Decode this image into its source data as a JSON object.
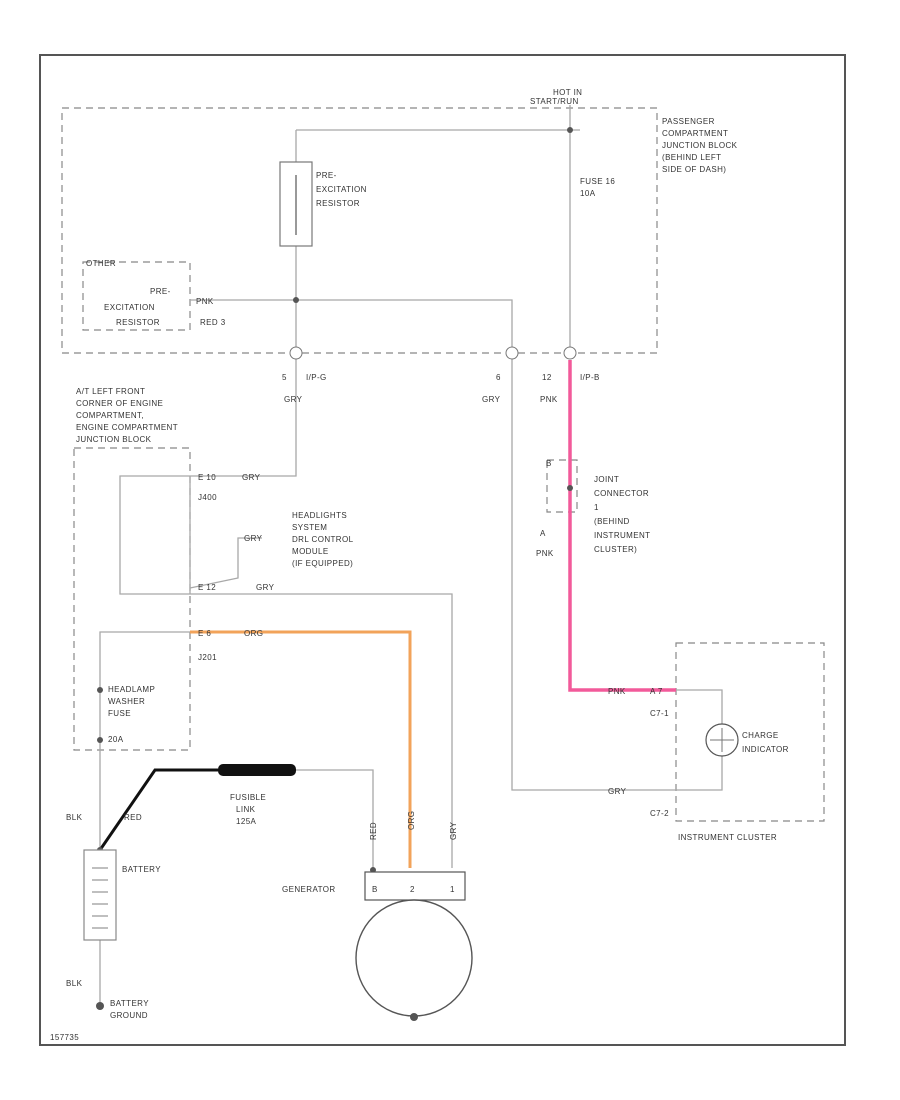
{
  "diagram_id": "157735",
  "labels": {
    "hot_in_start": [
      "HOT IN",
      "START/RUN"
    ],
    "passenger_jb": [
      "PASSENGER",
      "COMPARTMENT",
      "JUNCTION BLOCK",
      "(BEHIND LEFT",
      "SIDE OF DASH)"
    ],
    "pre_excitation_resistor": [
      "PRE-",
      "EXCITATION",
      "RESISTOR"
    ],
    "fuse_16": [
      "FUSE 16",
      "10A"
    ],
    "other_label": "OTHER",
    "pre_excitation_resistor_2": [
      "PRE-",
      "EXCITATION",
      "RESISTOR"
    ],
    "red_3": "RED 3",
    "wire_ptr": "PNK",
    "conn_left_pin": "5",
    "conn_left_id": "I/P-G",
    "conn_left_wire": "GRY",
    "conn_mid_pin": "6",
    "conn_mid_wire": "GRY",
    "conn_right_pin": "12",
    "conn_right_id": "I/P-B",
    "conn_right_wire": "PNK",
    "engine_jb": [
      "A/T LEFT FRONT",
      "CORNER OF ENGINE",
      "COMPARTMENT,",
      "ENGINE COMPARTMENT",
      "JUNCTION BLOCK"
    ],
    "c1_pin": "E 10",
    "c1_wire": "GRY",
    "j1_id": "J400",
    "gry_label_2": "GRY",
    "hdlp_module": [
      "HEADLIGHTS",
      "SYSTEM",
      "DRL CONTROL",
      "MODULE",
      "(IF EQUIPPED)"
    ],
    "c2_pin": "E 12",
    "c2_wire": "GRY",
    "c3_pin": "E 6",
    "c3_wire": "ORG",
    "c3_wire_2": "ORG",
    "j2_id": "J201",
    "hdlp_fuse": [
      "HEADLAMP",
      "WASHER",
      "FUSE"
    ],
    "hdlp_fuse_amp": "20A",
    "joint_connector": [
      "JOINT",
      "CONNECTOR",
      "1",
      "(BEHIND",
      "INSTRUMENT",
      "CLUSTER)"
    ],
    "jc_pin_top": "B",
    "jc_pin_bottom": "A",
    "jc_wire_bottom": "PNK",
    "cluster_wire_in": "PNK",
    "cluster_pin_in": "A 7",
    "cluster_conn_1": "C7-1",
    "charge_indicator": [
      "CHARGE",
      "INDICATOR"
    ],
    "cluster_wire_2": "GRY",
    "cluster_conn_2": "C7-2",
    "instrument_cluster": "INSTRUMENT CLUSTER",
    "fusible_link": [
      "FUSIBLE",
      "LINK",
      "125A"
    ],
    "blk_top": "BLK",
    "red_wire": "RED",
    "battery": "BATTERY",
    "blk_bottom": "BLK",
    "battery_ground": [
      "BATTERY",
      "GROUND"
    ],
    "generator": "GENERATOR",
    "gen_wire_b": "RED",
    "gen_wire_2": "ORG",
    "gen_wire_1": "GRY",
    "gen_pin_b": "B",
    "gen_pin_2": "2",
    "gen_pin_1": "1"
  },
  "colors": {
    "pink_wire": "#f25a9a",
    "orange_wire": "#f2a35a",
    "black_wire": "#111111",
    "gray_wire": "#a8a8a8"
  }
}
